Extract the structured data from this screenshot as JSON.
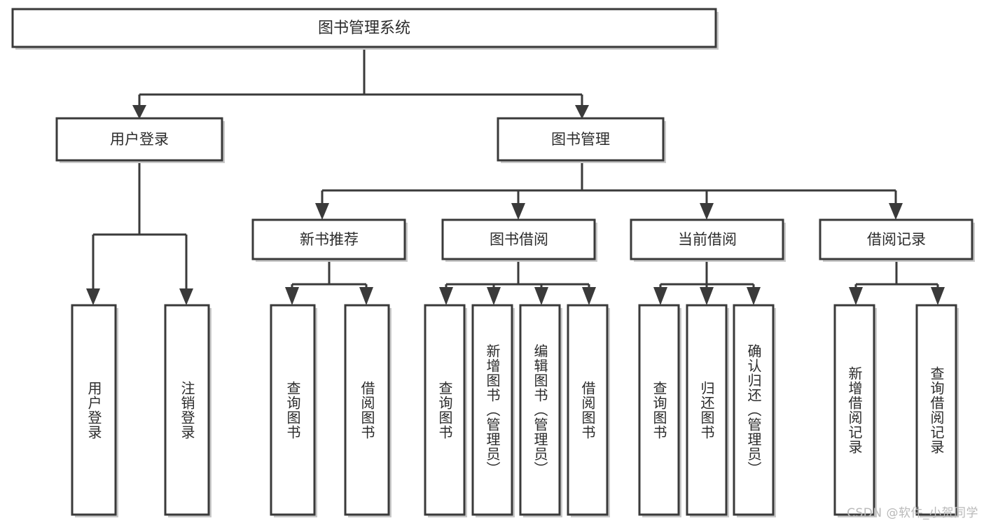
{
  "diagram": {
    "type": "hierarchy-tree",
    "title": "图书管理系统",
    "watermark": "CSDN @软件_小贺同学",
    "colors": {
      "box_stroke": "#3a3a3a",
      "box_fill": "#ffffff",
      "text": "#2b2b2b",
      "connector": "#3a3a3a",
      "watermark": "#b9b9b9",
      "background": "#ffffff"
    },
    "root": {
      "label": "图书管理系统"
    },
    "level2": [
      {
        "label": "用户登录"
      },
      {
        "label": "图书管理"
      }
    ],
    "level3": [
      {
        "label": "新书推荐"
      },
      {
        "label": "图书借阅"
      },
      {
        "label": "当前借阅"
      },
      {
        "label": "借阅记录"
      }
    ],
    "leaves": {
      "user_login": [
        {
          "label": "用户登录"
        },
        {
          "label": "注销登录"
        }
      ],
      "new_book": [
        {
          "label": "查询图书"
        },
        {
          "label": "借阅图书"
        }
      ],
      "book_borrow": [
        {
          "label": "查询图书"
        },
        {
          "label": "新增图书（管理员）"
        },
        {
          "label": "编辑图书（管理员）"
        },
        {
          "label": "借阅图书"
        }
      ],
      "current_borrow": [
        {
          "label": "查询图书"
        },
        {
          "label": "归还图书"
        },
        {
          "label": "确认归还（管理员）"
        }
      ],
      "borrow_record": [
        {
          "label": "新增借阅记录"
        },
        {
          "label": "查询借阅记录"
        }
      ]
    }
  }
}
